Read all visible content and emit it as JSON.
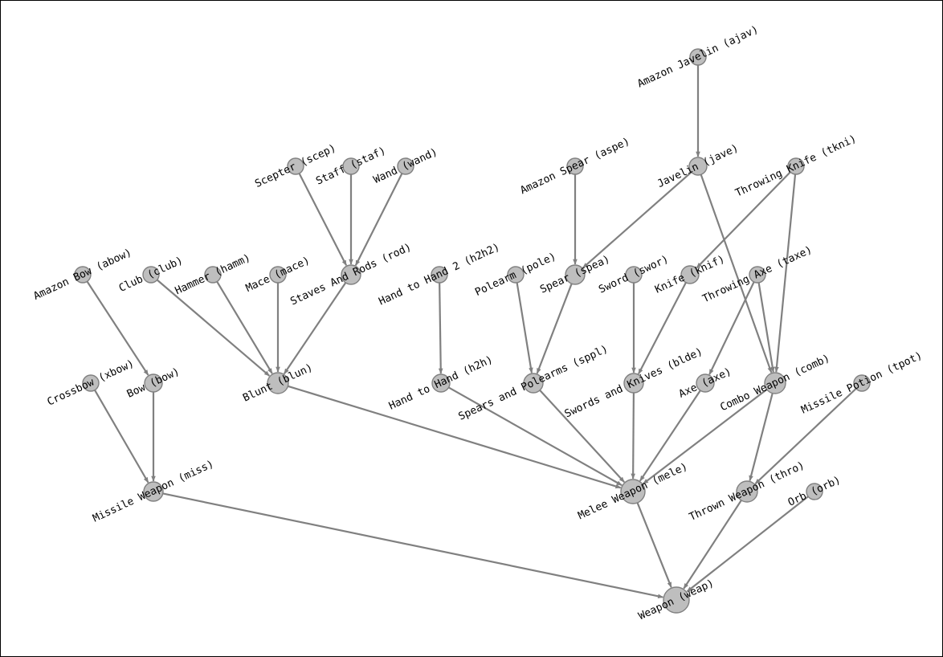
{
  "diagram": {
    "type": "directed-graph",
    "colors": {
      "node_fill": "#bebebe",
      "node_stroke": "#808080",
      "edge": "#808080",
      "label": "#000000",
      "border": "#000000"
    },
    "nodes": [
      {
        "id": "ajav",
        "label": "Amazon Javelin (ajav)"
      },
      {
        "id": "scep",
        "label": "Scepter (scep)"
      },
      {
        "id": "staf",
        "label": "Staff (staf)"
      },
      {
        "id": "wand",
        "label": "Wand (wand)"
      },
      {
        "id": "aspe",
        "label": "Amazon Spear (aspe)"
      },
      {
        "id": "jave",
        "label": "Javelin (jave)"
      },
      {
        "id": "tkni",
        "label": "Throwing Knife (tkni)"
      },
      {
        "id": "abow",
        "label": "Amazon Bow (abow)"
      },
      {
        "id": "club",
        "label": "Club (club)"
      },
      {
        "id": "hamm",
        "label": "Hammer (hamm)"
      },
      {
        "id": "mace",
        "label": "Mace (mace)"
      },
      {
        "id": "rod",
        "label": "Staves And Rods (rod)"
      },
      {
        "id": "h2h2",
        "label": "Hand to Hand 2 (h2h2)"
      },
      {
        "id": "pole",
        "label": "Polearm (pole)"
      },
      {
        "id": "spea",
        "label": "Spear (spea)"
      },
      {
        "id": "swor",
        "label": "Sword (swor)"
      },
      {
        "id": "knif",
        "label": "Knife (knif)"
      },
      {
        "id": "taxe",
        "label": "Throwing Axe (taxe)"
      },
      {
        "id": "xbow",
        "label": "Crossbow (xbow)"
      },
      {
        "id": "bow",
        "label": "Bow (bow)"
      },
      {
        "id": "blun",
        "label": "Blunt (blun)"
      },
      {
        "id": "h2h",
        "label": "Hand to Hand (h2h)"
      },
      {
        "id": "sppl",
        "label": "Spears and Polearms (sppl)"
      },
      {
        "id": "blde",
        "label": "Swords and Knives (blde)"
      },
      {
        "id": "axe",
        "label": "Axe (axe)"
      },
      {
        "id": "comb",
        "label": "Combo Weapon (comb)"
      },
      {
        "id": "tpot",
        "label": "Missile Potion (tpot)"
      },
      {
        "id": "miss",
        "label": "Missile Weapon (miss)"
      },
      {
        "id": "mele",
        "label": "Melee Weapon (mele)"
      },
      {
        "id": "thro",
        "label": "Thrown Weapon (thro)"
      },
      {
        "id": "orb",
        "label": "Orb (orb)"
      },
      {
        "id": "weap",
        "label": "Weapon (weap)"
      }
    ],
    "edges": [
      {
        "from": "ajav",
        "to": "jave"
      },
      {
        "from": "scep",
        "to": "rod"
      },
      {
        "from": "staf",
        "to": "rod"
      },
      {
        "from": "wand",
        "to": "rod"
      },
      {
        "from": "aspe",
        "to": "spea"
      },
      {
        "from": "jave",
        "to": "spea"
      },
      {
        "from": "jave",
        "to": "comb"
      },
      {
        "from": "tkni",
        "to": "knif"
      },
      {
        "from": "tkni",
        "to": "comb"
      },
      {
        "from": "abow",
        "to": "bow"
      },
      {
        "from": "club",
        "to": "blun"
      },
      {
        "from": "hamm",
        "to": "blun"
      },
      {
        "from": "mace",
        "to": "blun"
      },
      {
        "from": "rod",
        "to": "blun"
      },
      {
        "from": "h2h2",
        "to": "h2h"
      },
      {
        "from": "pole",
        "to": "sppl"
      },
      {
        "from": "spea",
        "to": "sppl"
      },
      {
        "from": "swor",
        "to": "blde"
      },
      {
        "from": "knif",
        "to": "blde"
      },
      {
        "from": "taxe",
        "to": "axe"
      },
      {
        "from": "taxe",
        "to": "comb"
      },
      {
        "from": "xbow",
        "to": "miss"
      },
      {
        "from": "bow",
        "to": "miss"
      },
      {
        "from": "blun",
        "to": "mele"
      },
      {
        "from": "h2h",
        "to": "mele"
      },
      {
        "from": "sppl",
        "to": "mele"
      },
      {
        "from": "blde",
        "to": "mele"
      },
      {
        "from": "axe",
        "to": "mele"
      },
      {
        "from": "comb",
        "to": "mele"
      },
      {
        "from": "comb",
        "to": "thro"
      },
      {
        "from": "tpot",
        "to": "thro"
      },
      {
        "from": "miss",
        "to": "weap"
      },
      {
        "from": "mele",
        "to": "weap"
      },
      {
        "from": "thro",
        "to": "weap"
      },
      {
        "from": "orb",
        "to": "weap"
      }
    ]
  }
}
